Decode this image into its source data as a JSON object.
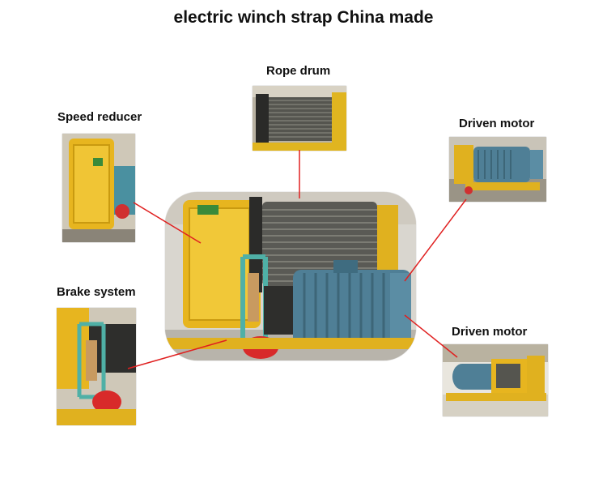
{
  "title": "electric winch strap China made",
  "labels": {
    "rope_drum": "Rope drum",
    "speed_reducer": "Speed reducer",
    "driven_motor_top": "Driven motor",
    "brake_system": "Brake system",
    "driven_motor_bottom": "Driven motor"
  },
  "colors": {
    "connector": "#e02020",
    "winch_yellow": "#e8b820",
    "motor_blue": "#4f7f96",
    "drum_steel": "#5a5a55"
  }
}
